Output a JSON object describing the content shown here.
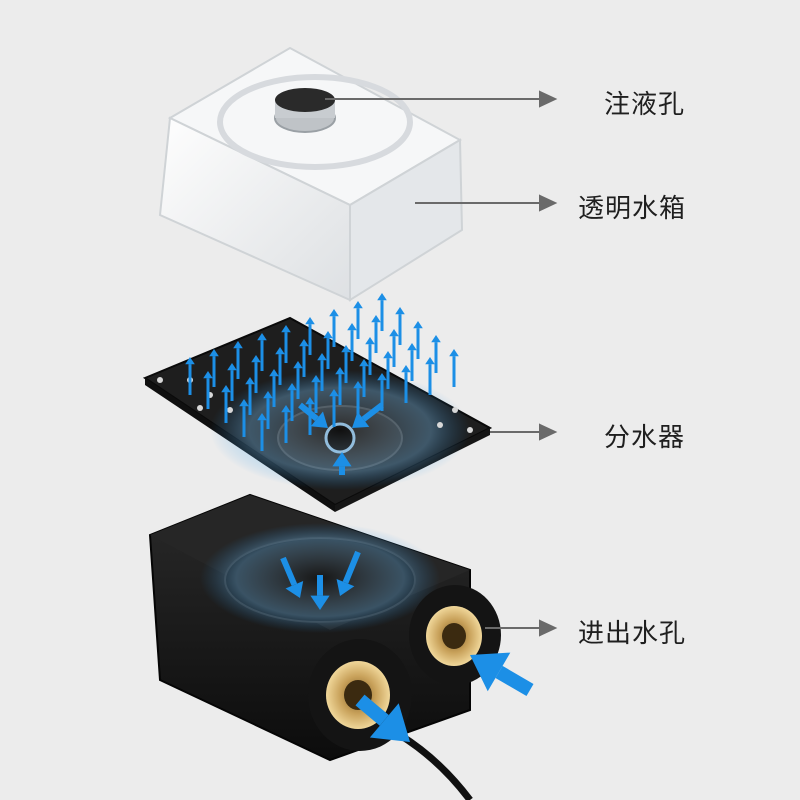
{
  "callouts": [
    {
      "id": "fill-hole",
      "label": "注液孔"
    },
    {
      "id": "reservoir",
      "label": "透明水箱"
    },
    {
      "id": "distributor",
      "label": "分水器"
    },
    {
      "id": "ports",
      "label": "进出水孔"
    }
  ],
  "colors": {
    "background": "#ececec",
    "callout_line": "#6a6a6a",
    "flow_arrow": "#1c8fe6",
    "housing": "#1b1b1b",
    "brass": "#c8a15a"
  },
  "icons": [
    "arrow-right-icon",
    "flow-arrow-icon"
  ]
}
